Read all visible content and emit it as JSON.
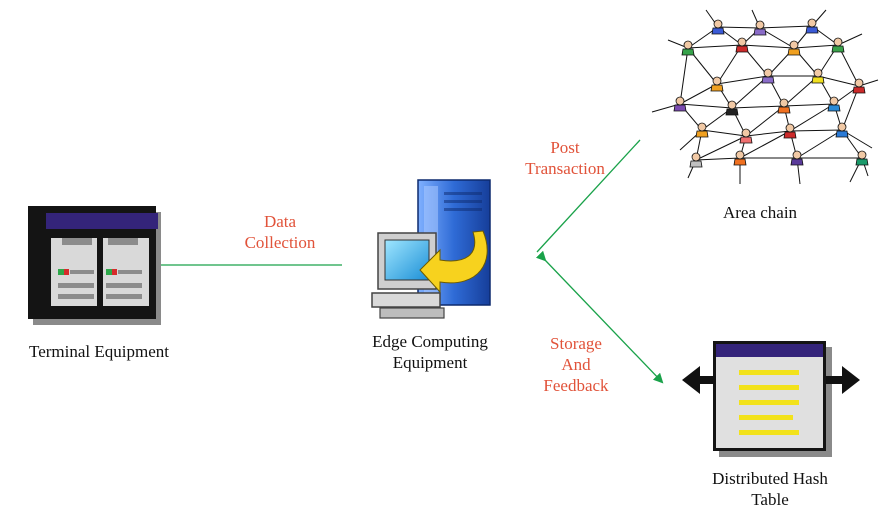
{
  "nodes": {
    "terminal": {
      "label": "Terminal Equipment",
      "icon": "terminal-equipment-icon"
    },
    "edge": {
      "label_line1": "Edge Computing",
      "label_line2": "Equipment",
      "icon": "edge-computer-icon"
    },
    "chain": {
      "label": "Area chain",
      "icon": "network-mesh-icon"
    },
    "dht": {
      "label_line1": "Distributed Hash",
      "label_line2": "Table",
      "icon": "hash-table-icon"
    }
  },
  "edges": {
    "data_collection": {
      "line1": "Data",
      "line2": "Collection"
    },
    "post_transaction": {
      "line1": "Post",
      "line2": "Transaction"
    },
    "storage_feedback": {
      "line1": "Storage",
      "line2": "And",
      "line3": "Feedback"
    }
  },
  "colors": {
    "connector": "#1aa24a",
    "edge_label": "#e1533a",
    "panel_header": "#34247a",
    "server_blue": "#2f6bd6",
    "dht_bar": "#f2e21b",
    "arrow_black": "#111111"
  }
}
